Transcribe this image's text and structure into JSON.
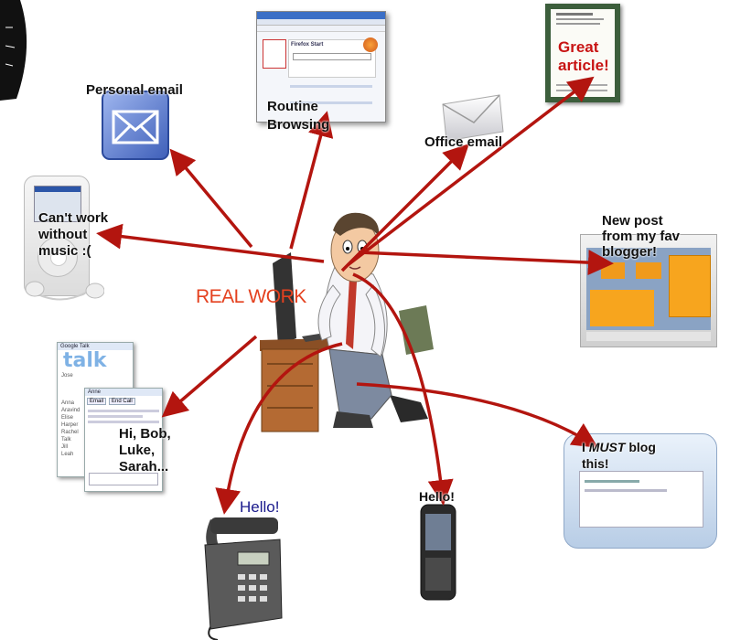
{
  "center": {
    "label": "REAL WORK"
  },
  "distractions": [
    {
      "id": "personal-email",
      "label": "Personal email"
    },
    {
      "id": "routine-browsing",
      "label": "Routine\nBrowsing"
    },
    {
      "id": "office-email",
      "label": "Office email"
    },
    {
      "id": "great-article",
      "label": "Great\narticle!"
    },
    {
      "id": "music",
      "label": "Can't work\nwithout\nmusic :("
    },
    {
      "id": "blog-post",
      "label": "New post\nfrom my fav\nblogger!"
    },
    {
      "id": "chat",
      "label": "Hi, Bob,\nLuke,\nSarah..."
    },
    {
      "id": "blog-this",
      "label_pre": "I ",
      "label_em": "MUST",
      "label_post": " blog\nthis!"
    },
    {
      "id": "desk-phone",
      "label": "Hello!"
    },
    {
      "id": "mobile-phone",
      "label": "Hello!"
    }
  ],
  "thumbnails": {
    "chat_title": "Google Talk",
    "chat_logo": "talk",
    "chat_window": "Anne",
    "chat_email_btn": "Email",
    "chat_endcall_btn": "End Call",
    "chat_contacts": [
      "Jose",
      "Anna",
      "Aravind",
      "Elise",
      "Harper",
      "Rachel",
      "Talk",
      "Jill",
      "Leah"
    ],
    "article_header_lines": 3,
    "browser_title": "Firefox Start"
  },
  "colors": {
    "arrow": "#b3150f",
    "real_work": "#e4411f",
    "article_frame": "#3c5e3c",
    "article_text": "#c81414",
    "phone_text": "#1a1a8c"
  }
}
